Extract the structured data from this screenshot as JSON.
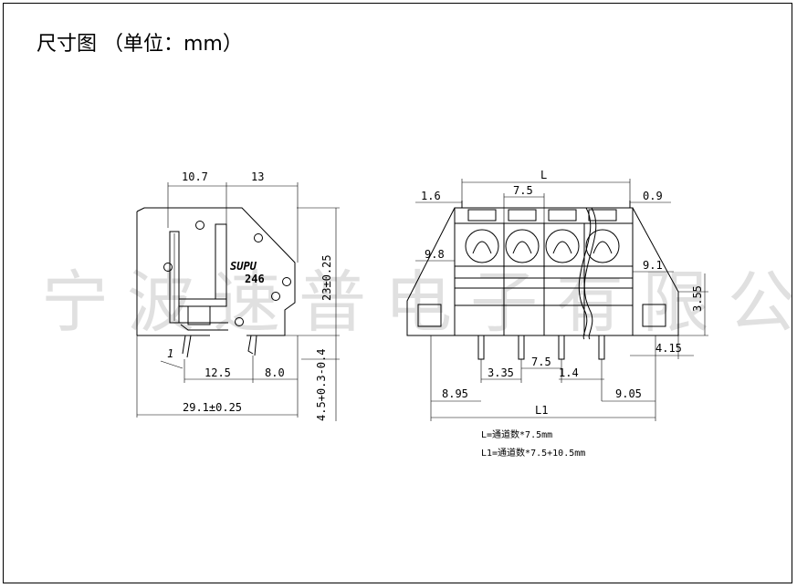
{
  "title": "尺寸图 （单位：mm）",
  "watermark": "宁波速普电子有限公司",
  "brand": {
    "logo_text": "SUPU",
    "model": "246"
  },
  "side_view": {
    "dim_top_left": "10.7",
    "dim_top_right": "13",
    "dim_height": "23±0.25",
    "dim_pin_label": "1",
    "dim_bottom_left": "12.5",
    "dim_bottom_right": "8.0",
    "dim_total_width": "29.1±0.25",
    "dim_pin_length": "4.5+0.3-0.4"
  },
  "front_view": {
    "dim_L": "L",
    "dim_left_offset": "1.6",
    "dim_pitch_top": "7.5",
    "dim_right_offset": "0.9",
    "dim_left_mid": "9.8",
    "dim_right_mid": "9.1",
    "dim_right_height": "3.55",
    "dim_right_step": "4.15",
    "dim_pin_offset": "3.35",
    "dim_pitch_bottom": "7.5",
    "dim_pin_width": "1.4",
    "dim_left_end": "8.95",
    "dim_right_end": "9.05",
    "dim_L1": "L1"
  },
  "notes": {
    "line1": "L=通道数*7.5mm",
    "line2": "L1=通道数*7.5+10.5mm"
  }
}
